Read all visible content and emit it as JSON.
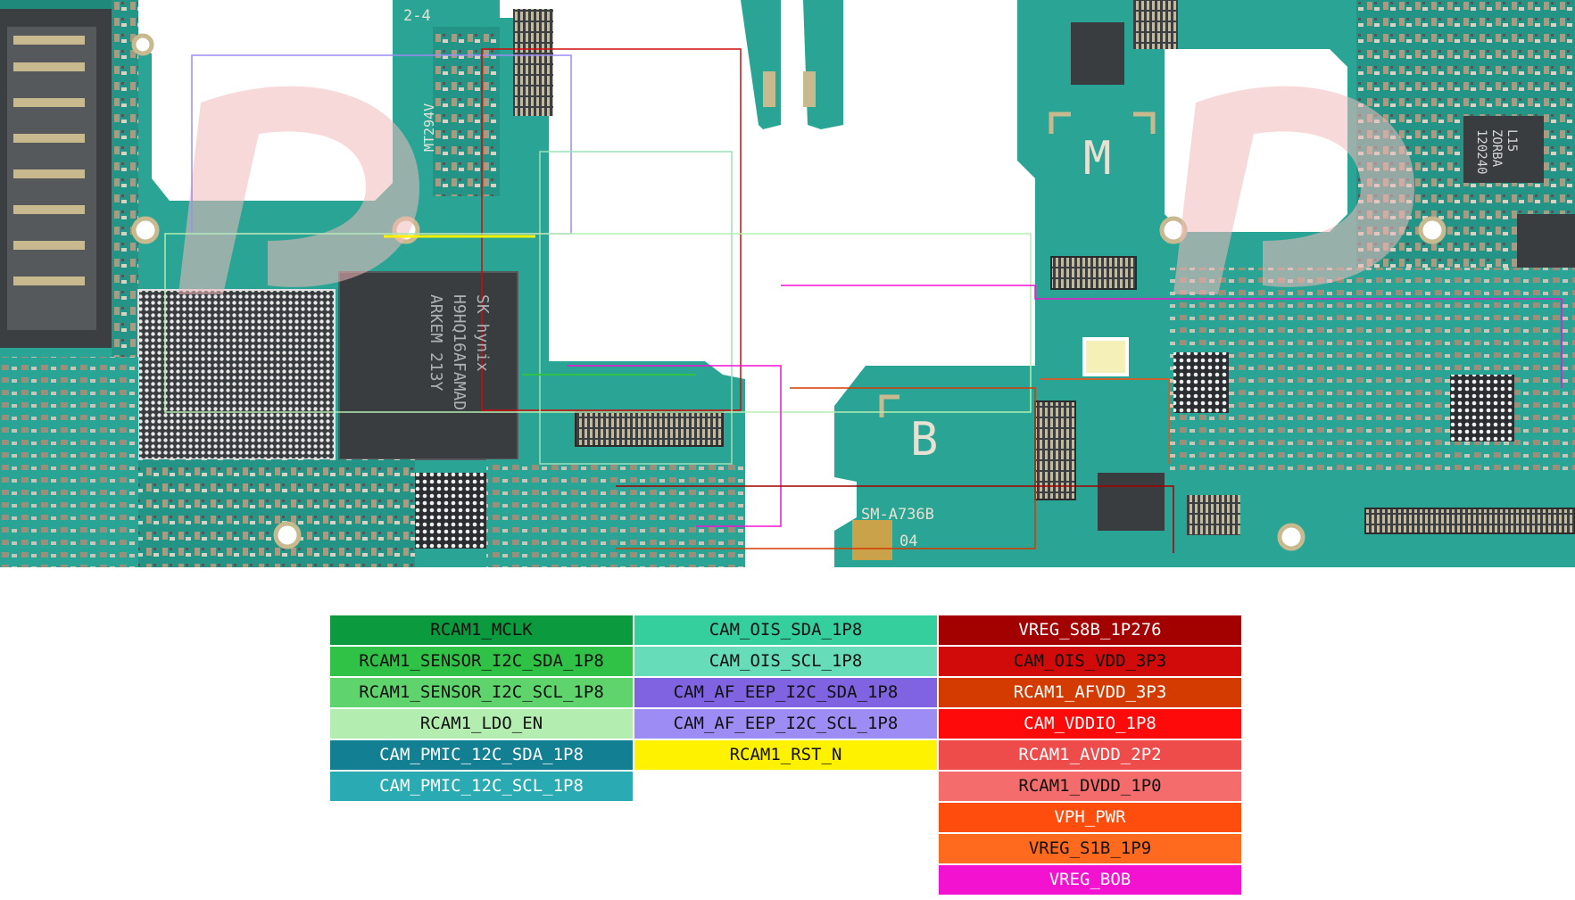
{
  "board": {
    "silkscreen": {
      "refdes": "2-4",
      "part_number": "MT294V",
      "memory_lines": [
        "SK hynix",
        "H9HQ16AFAMAD",
        "ARKEM 213Y"
      ],
      "model": "SM-A736B",
      "rev": "04",
      "zone_m": "M",
      "zone_b": "B",
      "chip_lines": [
        "L15",
        "ZORBA",
        "120240"
      ]
    },
    "colors": {
      "pcb": "#2aa595",
      "pcb_dark": "#1f8a7c",
      "watermark": "#f3b9bc"
    }
  },
  "legend": {
    "columns": [
      [
        {
          "label": "RCAM1_MCLK",
          "color": "#0b9a3d",
          "text_color": "#111111"
        },
        {
          "label": "RCAM1_SENSOR_I2C_SDA_1P8",
          "color": "#30c246",
          "text_color": "#111111"
        },
        {
          "label": "RCAM1_SENSOR_I2C_SCL_1P8",
          "color": "#5fd46c",
          "text_color": "#111111"
        },
        {
          "label": "RCAM1_LDO_EN",
          "color": "#b3edb0",
          "text_color": "#111111"
        },
        {
          "label": "CAM_PMIC_12C_SDA_1P8",
          "color": "#127f92",
          "text_color": "#ffffff"
        },
        {
          "label": "CAM_PMIC_12C_SCL_1P8",
          "color": "#2aaab2",
          "text_color": "#ffffff"
        }
      ],
      [
        {
          "label": "CAM_OIS_SDA_1P8",
          "color": "#35cf9e",
          "text_color": "#111111"
        },
        {
          "label": "CAM_OIS_SCL_1P8",
          "color": "#66ddb8",
          "text_color": "#111111"
        },
        {
          "label": "CAM_AF_EEP_I2C_SDA_1P8",
          "color": "#7f63e0",
          "text_color": "#111111"
        },
        {
          "label": "CAM_AF_EEP_I2C_SCL_1P8",
          "color": "#9e8cf5",
          "text_color": "#111111"
        },
        {
          "label": "RCAM1_RST_N",
          "color": "#fff200",
          "text_color": "#111111"
        }
      ],
      [
        {
          "label": "VREG_S8B_1P276",
          "color": "#a30000",
          "text_color": "#ffffff"
        },
        {
          "label": "CAM_OIS_VDD_3P3",
          "color": "#d10a0a",
          "text_color": "#111111"
        },
        {
          "label": "RCAM1_AFVDD_3P3",
          "color": "#d43b00",
          "text_color": "#ffffff"
        },
        {
          "label": "CAM_VDDIO_1P8",
          "color": "#ff0a0a",
          "text_color": "#ffffff"
        },
        {
          "label": "RCAM1_AVDD_2P2",
          "color": "#ee4b4b",
          "text_color": "#ffffff"
        },
        {
          "label": "RCAM1_DVDD_1P0",
          "color": "#f46c6c",
          "text_color": "#111111"
        },
        {
          "label": "VPH_PWR",
          "color": "#ff4d0d",
          "text_color": "#ffffff"
        },
        {
          "label": "VREG_S1B_1P9",
          "color": "#ff6a1f",
          "text_color": "#111111"
        },
        {
          "label": "VREG_BOB",
          "color": "#f212d0",
          "text_color": "#ffffff"
        }
      ]
    ]
  }
}
